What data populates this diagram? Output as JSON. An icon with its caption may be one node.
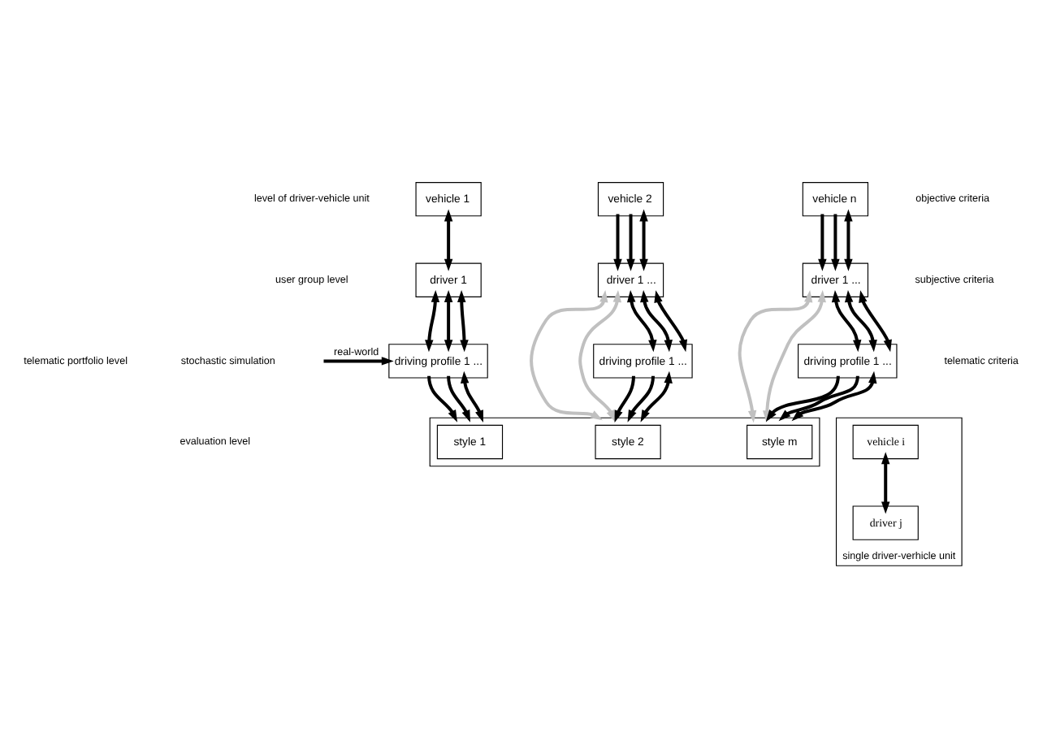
{
  "diagram": {
    "nodes": [
      {
        "text": [
          "vehicle 1"
        ]
      },
      {
        "text": [
          "vehicle 2"
        ]
      },
      {
        "text": [
          "vehicle n"
        ]
      },
      {
        "text": [
          "driver 1"
        ]
      },
      {
        "text": [
          "driver 1 ..."
        ]
      },
      {
        "text": [
          "driver 1 ..."
        ]
      },
      {
        "text": [
          "driving profile 1 ..."
        ]
      },
      {
        "text": [
          "driving profile 1 ..."
        ]
      },
      {
        "text": [
          "driving profile 1 ..."
        ]
      },
      {
        "text": [],
        "shape": "box"
      },
      {
        "text": [
          "style 1"
        ],
        "in": 9
      },
      {
        "text": [
          "style 2"
        ],
        "in": 9
      },
      {
        "text": [
          "style m"
        ],
        "in": 9
      },
      {
        "text": [
          "single driver-verhicle unit"
        ]
      },
      {
        "text": [
          "vehicle i"
        ],
        "in": 13
      },
      {
        "text": [
          "driver j"
        ],
        "in": 13
      }
    ],
    "edges": [
      {
        "from": 0,
        "to": 3,
        "arrow": "both"
      },
      {
        "from": 1,
        "to": 4,
        "arrow": "to"
      },
      {
        "from": 1,
        "to": 4,
        "arrow": "to"
      },
      {
        "from": 1,
        "to": 4,
        "arrow": "both"
      },
      {
        "from": 2,
        "to": 5,
        "arrow": "to"
      },
      {
        "from": 2,
        "to": 5,
        "arrow": "to"
      },
      {
        "from": 2,
        "to": 5,
        "arrow": "both"
      },
      {
        "from": 3,
        "to": 6,
        "arrow": "both"
      },
      {
        "from": 3,
        "to": 6,
        "arrow": "both"
      },
      {
        "from": 3,
        "to": 6,
        "arrow": "both"
      },
      {
        "from": 4,
        "to": 7,
        "arrow": "both"
      },
      {
        "from": 4,
        "to": 7,
        "arrow": "both"
      },
      {
        "from": 4,
        "to": 7,
        "arrow": "both"
      },
      {
        "from": 5,
        "to": 8,
        "arrow": "both"
      },
      {
        "from": 5,
        "to": 8,
        "arrow": "both"
      },
      {
        "from": 5,
        "to": 8,
        "arrow": "both"
      },
      {
        "from": 4,
        "to": 9,
        "arrow": "both",
        "color": "#c0c0c0"
      },
      {
        "from": 4,
        "to": 9,
        "arrow": "both",
        "color": "#c0c0c0"
      },
      {
        "from": 5,
        "to": 9,
        "arrow": "both",
        "color": "#c0c0c0"
      },
      {
        "from": 5,
        "to": 9,
        "arrow": "both",
        "color": "#c0c0c0"
      },
      {
        "from": 6,
        "to": 9,
        "arrow": "to"
      },
      {
        "from": 6,
        "to": 9,
        "arrow": "to"
      },
      {
        "from": 6,
        "to": 9,
        "arrow": "both"
      },
      {
        "from": 7,
        "to": 9,
        "arrow": "to"
      },
      {
        "from": 7,
        "to": 9,
        "arrow": "to"
      },
      {
        "from": 7,
        "to": 9,
        "arrow": "both"
      },
      {
        "from": 8,
        "to": 9,
        "arrow": "to"
      },
      {
        "from": 8,
        "to": 9,
        "arrow": "to"
      },
      {
        "from": 8,
        "to": 9,
        "arrow": "both"
      },
      {
        "from": null,
        "to": 6,
        "arrow": "to",
        "label": "real-world"
      },
      {
        "from": 14,
        "to": 15,
        "arrow": "both"
      }
    ],
    "labels": [
      "objective criteria",
      "level of driver-vehicle unit",
      "user group level",
      "subjective criteria",
      "telematic portfolio level",
      "telematic criteria",
      "stochastic simulation",
      "evaluation level"
    ]
  }
}
